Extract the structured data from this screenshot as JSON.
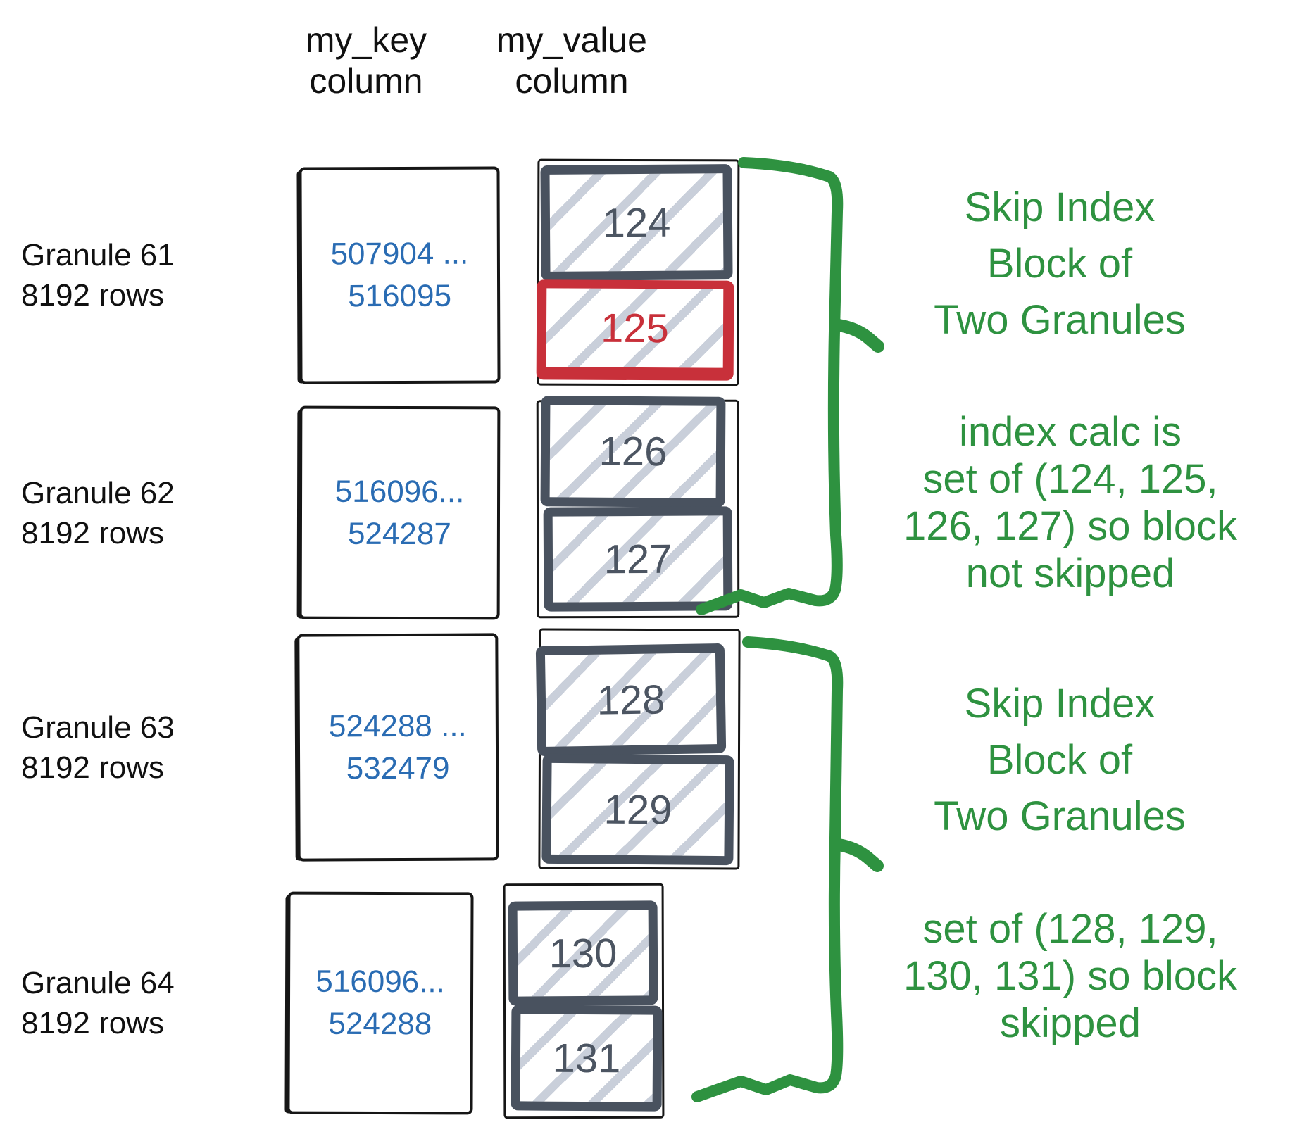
{
  "columns": {
    "key": [
      "my_key",
      "column"
    ],
    "value": [
      "my_value",
      "column"
    ]
  },
  "granules": [
    {
      "name": "Granule 61",
      "rows": "8192 rows",
      "key_min": "507904 ...",
      "key_max": "516095",
      "blocks": [
        {
          "value": "124",
          "highlighted": false
        },
        {
          "value": "125",
          "highlighted": true
        }
      ]
    },
    {
      "name": "Granule 62",
      "rows": "8192 rows",
      "key_min": "516096...",
      "key_max": "524287",
      "blocks": [
        {
          "value": "126",
          "highlighted": false
        },
        {
          "value": "127",
          "highlighted": false
        }
      ]
    },
    {
      "name": "Granule 63",
      "rows": "8192 rows",
      "key_min": "524288 ...",
      "key_max": "532479",
      "blocks": [
        {
          "value": "128",
          "highlighted": false
        },
        {
          "value": "129",
          "highlighted": false
        }
      ]
    },
    {
      "name": "Granule 64",
      "rows": "8192 rows",
      "key_min": "516096...",
      "key_max": "524288",
      "blocks": [
        {
          "value": "130",
          "highlighted": false
        },
        {
          "value": "131",
          "highlighted": false
        }
      ]
    }
  ],
  "annotations": [
    {
      "lines": [
        "Skip Index",
        "Block of",
        "Two Granules"
      ]
    },
    {
      "lines": [
        "index calc is",
        "set of (124, 125,",
        "126, 127) so block",
        "not skipped"
      ]
    },
    {
      "lines": [
        "Skip Index",
        "Block of",
        "Two Granules"
      ]
    },
    {
      "lines": [
        "set of (128, 129,",
        "130, 131) so block",
        "skipped"
      ]
    }
  ],
  "colors": {
    "annotation_green": "#2E9240",
    "highlight_red": "#C8303A",
    "block_slate": "#49525F",
    "hatch_gray": "#C9CFDA",
    "key_blue": "#2A6CB3",
    "ink_black": "#101010"
  }
}
